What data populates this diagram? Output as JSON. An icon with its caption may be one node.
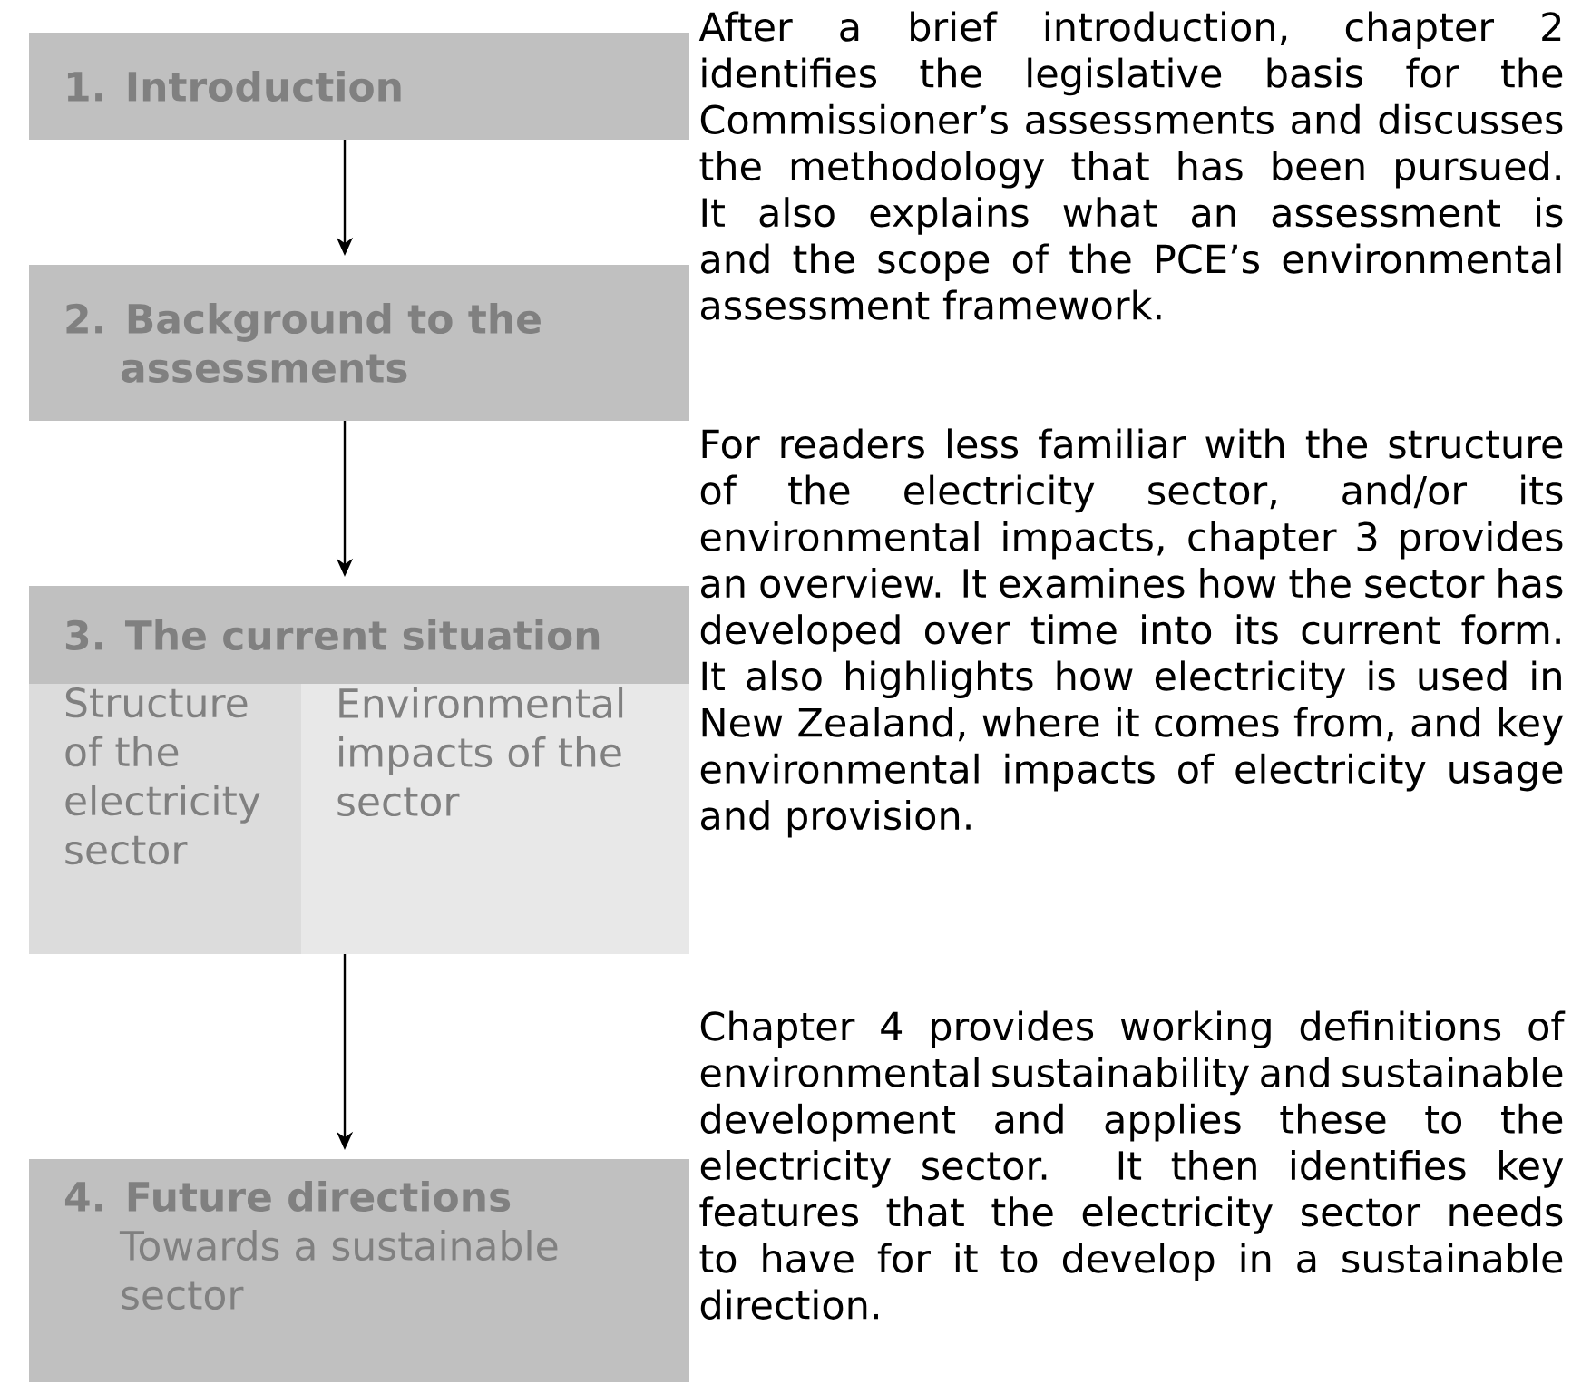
{
  "diagram": {
    "nodes": [
      {
        "text": [
          "1. Introduction"
        ]
      },
      {
        "text": [
          "2. Background to the assessments"
        ]
      },
      {
        "text": [
          "3. The current situation"
        ]
      },
      {
        "text": [
          "Structure of the electricity sector"
        ]
      },
      {
        "text": [
          "Environmental impacts of the sector"
        ]
      },
      {
        "text": [
          "4. Future directions",
          "Towards a sustainable sector"
        ]
      }
    ],
    "edges": [
      {
        "from": 0,
        "to": 1,
        "arrow": "to"
      },
      {
        "from": 1,
        "to": 2,
        "arrow": "to"
      },
      {
        "from": 4,
        "to": 5,
        "arrow": "to"
      }
    ],
    "labels": [
      "After a brief introduction, chapter 2 identifies the legislative basis for the Commissioner’s assessments and discusses the methodology that has been pursued. It also explains what an assessment is and the scope of the PCE’s environmental assessment framework.",
      "For readers less familiar with the structure of the electricity sector, and/or its environmental impacts, chapter 3 provides an overview. It examines how the sector has developed over time into its current form. It also highlights how electricity is used in New Zealand, where it comes from, and key environmental impacts of electricity usage and provision.",
      "Chapter 4 provides working definitions of environmental sustainability and sustainable development and applies these to the electricity sector. It then identifies key features that the electricity sector needs to have for it to develop in a sustainable direction."
    ]
  }
}
